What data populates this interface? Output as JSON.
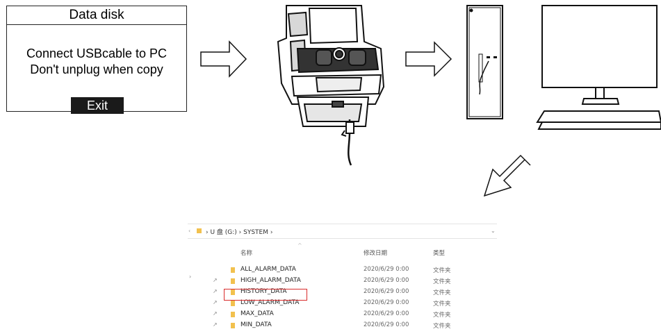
{
  "device_screen": {
    "title": "Data disk",
    "line1": "Connect USBcable to PC",
    "line2": "Don't unplug when copy",
    "exit_label": "Exit"
  },
  "explorer": {
    "breadcrumb": "› U 盘 (G:) › SYSTEM ›",
    "columns": {
      "name": "名称",
      "date": "修改日期",
      "type": "类型"
    },
    "rows": [
      {
        "name": "ALL_ALARM_DATA",
        "date": "2020/6/29 0:00",
        "type": "文件夹"
      },
      {
        "name": "HIGH_ALARM_DATA",
        "date": "2020/6/29 0:00",
        "type": "文件夹"
      },
      {
        "name": "HISTORY_DATA",
        "date": "2020/6/29 0:00",
        "type": "文件夹"
      },
      {
        "name": "LOW_ALARM_DATA",
        "date": "2020/6/29 0:00",
        "type": "文件夹"
      },
      {
        "name": "MAX_DATA",
        "date": "2020/6/29 0:00",
        "type": "文件夹"
      },
      {
        "name": "MIN_DATA",
        "date": "2020/6/29 0:00",
        "type": "文件夹"
      }
    ],
    "highlighted_row": "HISTORY_DATA",
    "highlight_color": "#d92b2b",
    "folder_color": "#f2c14e"
  }
}
